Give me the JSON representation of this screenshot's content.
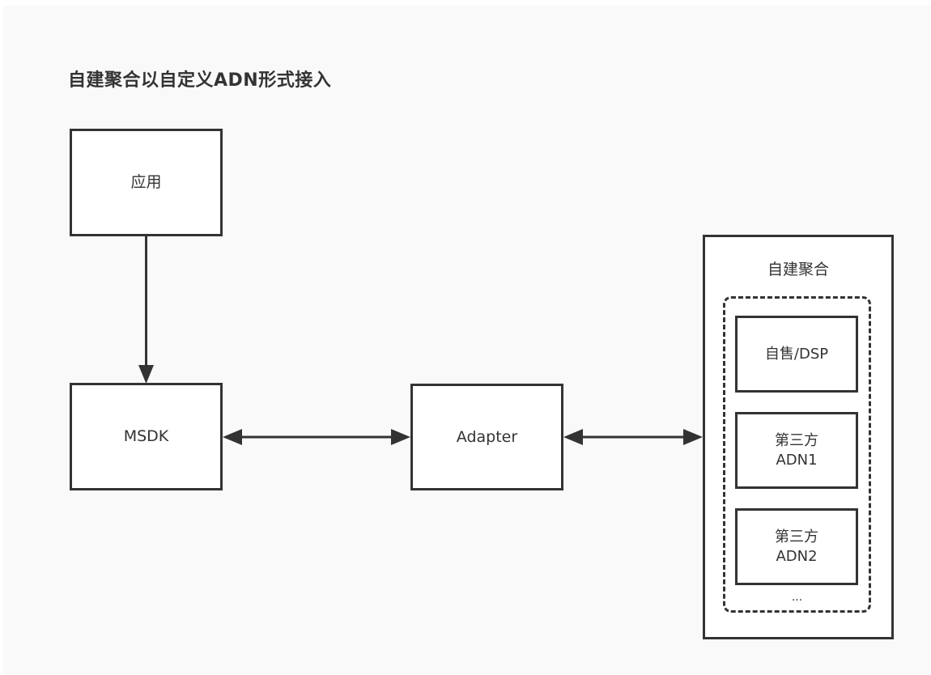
{
  "diagram": {
    "title": "自建聚合以自定义ADN形式接入",
    "nodes": {
      "app": {
        "label": "应用"
      },
      "msdk": {
        "label": "MSDK"
      },
      "adapter": {
        "label": "Adapter"
      },
      "aggregation": {
        "label": "自建聚合",
        "children": [
          {
            "lines": [
              "自售/DSP"
            ]
          },
          {
            "lines": [
              "第三方",
              "ADN1"
            ]
          },
          {
            "lines": [
              "第三方",
              "ADN2"
            ]
          }
        ],
        "more": "..."
      }
    },
    "edges": [
      {
        "from": "app",
        "to": "msdk",
        "direction": "one-way"
      },
      {
        "from": "msdk",
        "to": "adapter",
        "direction": "bidirectional"
      },
      {
        "from": "adapter",
        "to": "aggregation",
        "direction": "bidirectional"
      }
    ],
    "colors": {
      "stroke": "#333333",
      "background": "#f9f9f9",
      "box_fill": "#ffffff",
      "text": "#333333"
    }
  }
}
